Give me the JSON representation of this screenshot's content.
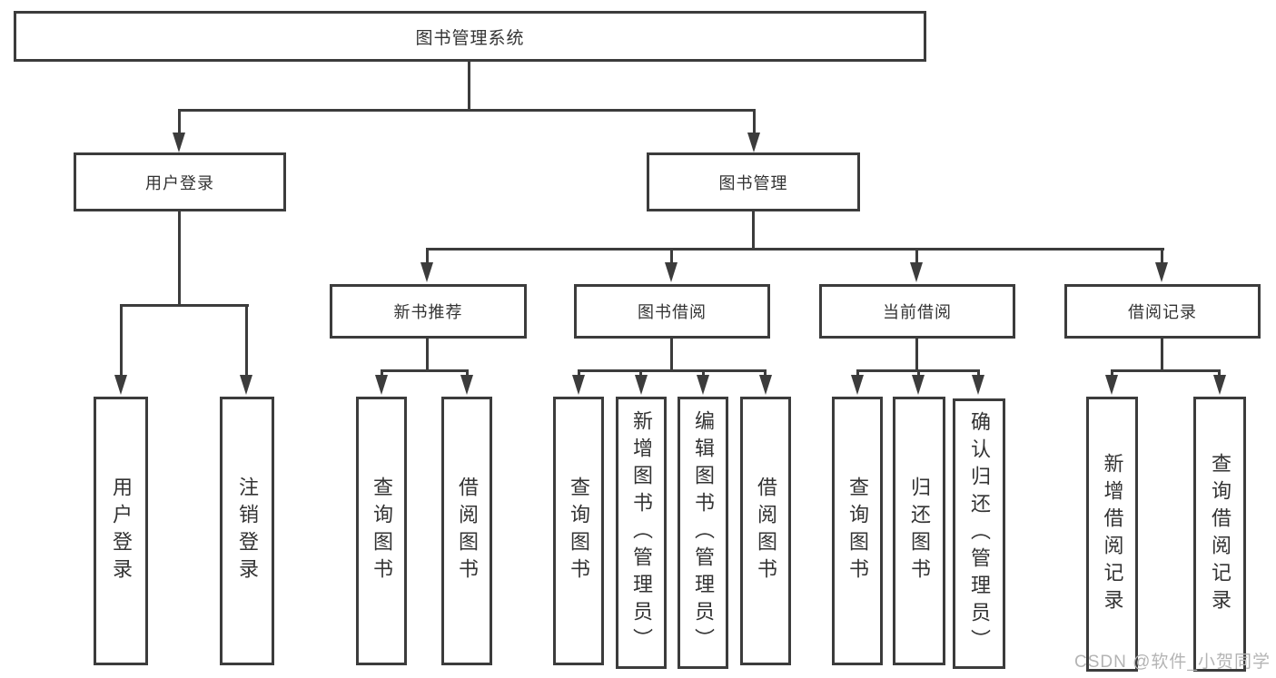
{
  "tree": {
    "root": "图书管理系统",
    "branches": [
      {
        "label": "用户登录",
        "children": [
          "用户登录",
          "注销登录"
        ]
      },
      {
        "label": "图书管理",
        "children": [
          {
            "label": "新书推荐",
            "children": [
              "查询图书",
              "借阅图书"
            ]
          },
          {
            "label": "图书借阅",
            "children": [
              "查询图书",
              "新增图书（管理员）",
              "编辑图书（管理员）",
              "借阅图书"
            ]
          },
          {
            "label": "当前借阅",
            "children": [
              "查询图书",
              "归还图书",
              "确认归还（管理员）"
            ]
          },
          {
            "label": "借阅记录",
            "children": [
              "新增借阅记录",
              "查询借阅记录"
            ]
          }
        ]
      }
    ]
  },
  "watermark": "CSDN @软件_小贺同学",
  "colors": {
    "line": "#3c3c3c",
    "text": "#333333",
    "watermark": "#b4b4b4",
    "background": "#ffffff"
  }
}
